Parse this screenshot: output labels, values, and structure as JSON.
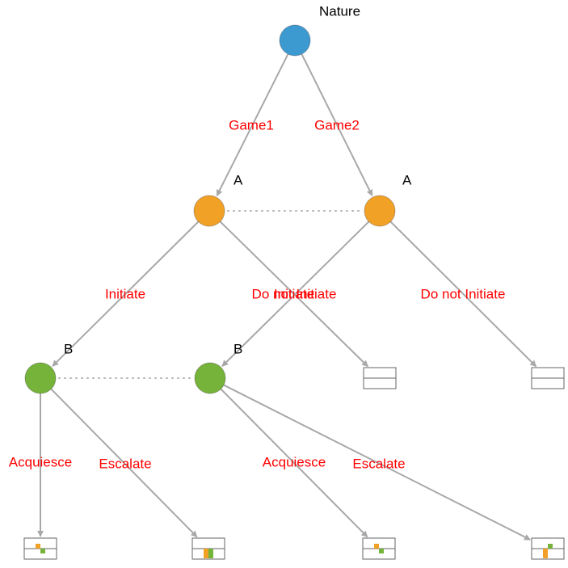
{
  "tree": {
    "root": {
      "player": "Nature",
      "color": "#3d9ad1"
    },
    "decision_nodes": [
      {
        "id": "a1",
        "player": "A",
        "color": "#f2a127"
      },
      {
        "id": "a2",
        "player": "A",
        "color": "#f2a127"
      },
      {
        "id": "b1",
        "player": "B",
        "color": "#76b33a"
      },
      {
        "id": "b2",
        "player": "B",
        "color": "#76b33a"
      }
    ],
    "edges": [
      {
        "from": "root",
        "to": "a1",
        "label": "Game1"
      },
      {
        "from": "root",
        "to": "a2",
        "label": "Game2"
      },
      {
        "from": "a1",
        "to": "b1",
        "label": "Initiate"
      },
      {
        "from": "a1",
        "to": "t1",
        "label": "Do not Initiate"
      },
      {
        "from": "a2",
        "to": "b2",
        "label": "Initiate"
      },
      {
        "from": "a2",
        "to": "t2",
        "label": "Do not Initiate"
      },
      {
        "from": "b1",
        "to": "t3",
        "label": "Acquiesce"
      },
      {
        "from": "b1",
        "to": "t4",
        "label": "Escalate"
      },
      {
        "from": "b2",
        "to": "t5",
        "label": "Acquiesce"
      },
      {
        "from": "b2",
        "to": "t6",
        "label": "Escalate"
      }
    ],
    "information_sets": [
      [
        "a1",
        "a2"
      ],
      [
        "b1",
        "b2"
      ]
    ],
    "terminals": [
      {
        "id": "t1",
        "payoffs": [
          0,
          0
        ]
      },
      {
        "id": "t2",
        "payoffs": [
          0,
          0
        ]
      },
      {
        "id": "t3",
        "payoffs": [
          1,
          -1
        ]
      },
      {
        "id": "t4",
        "payoffs": [
          -2,
          -2
        ]
      },
      {
        "id": "t5",
        "payoffs": [
          1,
          -1
        ]
      },
      {
        "id": "t6",
        "payoffs": [
          -2,
          1
        ]
      }
    ],
    "payoff_colors": [
      "#f2a127",
      "#76b33a"
    ]
  }
}
